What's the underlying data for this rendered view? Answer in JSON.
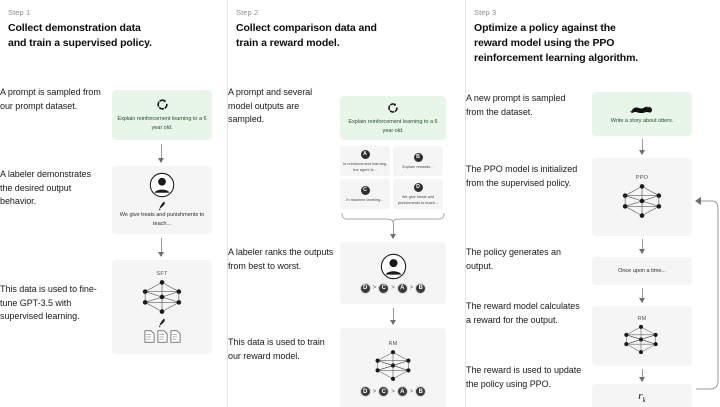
{
  "meta": {
    "accent_green": "#e8f6e9",
    "panel_gray": "#f5f5f5",
    "text_color": "#1a1a1a"
  },
  "steps": [
    {
      "label": "Step 1",
      "title_line1": "Collect demonstration data",
      "title_line2": "and train a supervised policy.",
      "paragraphs": [
        "A prompt is sampled from our prompt dataset.",
        "A labeler demonstrates the desired output behavior.",
        "This data is used to fine-tune GPT-3.5 with supervised learning."
      ],
      "panels": [
        {
          "caption": "Explain reinforcement learning to a 6 year old.",
          "icon": "refresh-icon",
          "style": "green"
        },
        {
          "caption": "We give treats and punishments to teach...",
          "icon": "labeler-icon",
          "style": "plain"
        },
        {
          "caption": "",
          "tag": "SFT",
          "icon": "neural-net-icon",
          "style": "plain"
        }
      ]
    },
    {
      "label": "Step 2",
      "title_line1": "Collect comparison data and",
      "title_line2": "train a reward model.",
      "paragraphs": [
        "A prompt and several model outputs are sampled.",
        "A labeler ranks the outputs from best to worst.",
        "This data is used to train our reward model."
      ],
      "prompt_panel": {
        "caption": "Explain reinforcement learning to a 6 year old.",
        "icon": "refresh-icon",
        "style": "green"
      },
      "options": [
        {
          "badge": "A",
          "text": "In reinforcement learning, the agent is..."
        },
        {
          "badge": "B",
          "text": "Explain rewards..."
        },
        {
          "badge": "C",
          "text": "In machine learning..."
        },
        {
          "badge": "D",
          "text": "We give treats and punishments to teach..."
        }
      ],
      "ranking": [
        "D",
        "C",
        "A",
        "B"
      ],
      "ranking_separator": ">",
      "reward_tag": "RM"
    },
    {
      "label": "Step 3",
      "title_line1": "Optimize a policy against the",
      "title_line2": "reward model using the PPO",
      "title_line3": "reinforcement learning algorithm.",
      "paragraphs": [
        "A new prompt is sampled from the dataset.",
        "The PPO model is initialized from the supervised policy.",
        "The policy generates an output.",
        "The reward model calculates a reward for the output.",
        "The reward is used to update the policy using PPO."
      ],
      "panels": [
        {
          "caption": "Write a story about otters.",
          "icon": "otter-icon",
          "style": "green"
        },
        {
          "caption": "",
          "tag": "PPO",
          "icon": "neural-net-icon",
          "style": "plain"
        },
        {
          "caption": "Once upon a time...",
          "icon": "",
          "style": "plain"
        },
        {
          "caption": "",
          "tag": "RM",
          "icon": "neural-net-icon",
          "style": "plain"
        },
        {
          "caption": "",
          "icon": "reward-symbol",
          "style": "plain",
          "symbol": "r",
          "subscript": "k"
        }
      ]
    }
  ]
}
